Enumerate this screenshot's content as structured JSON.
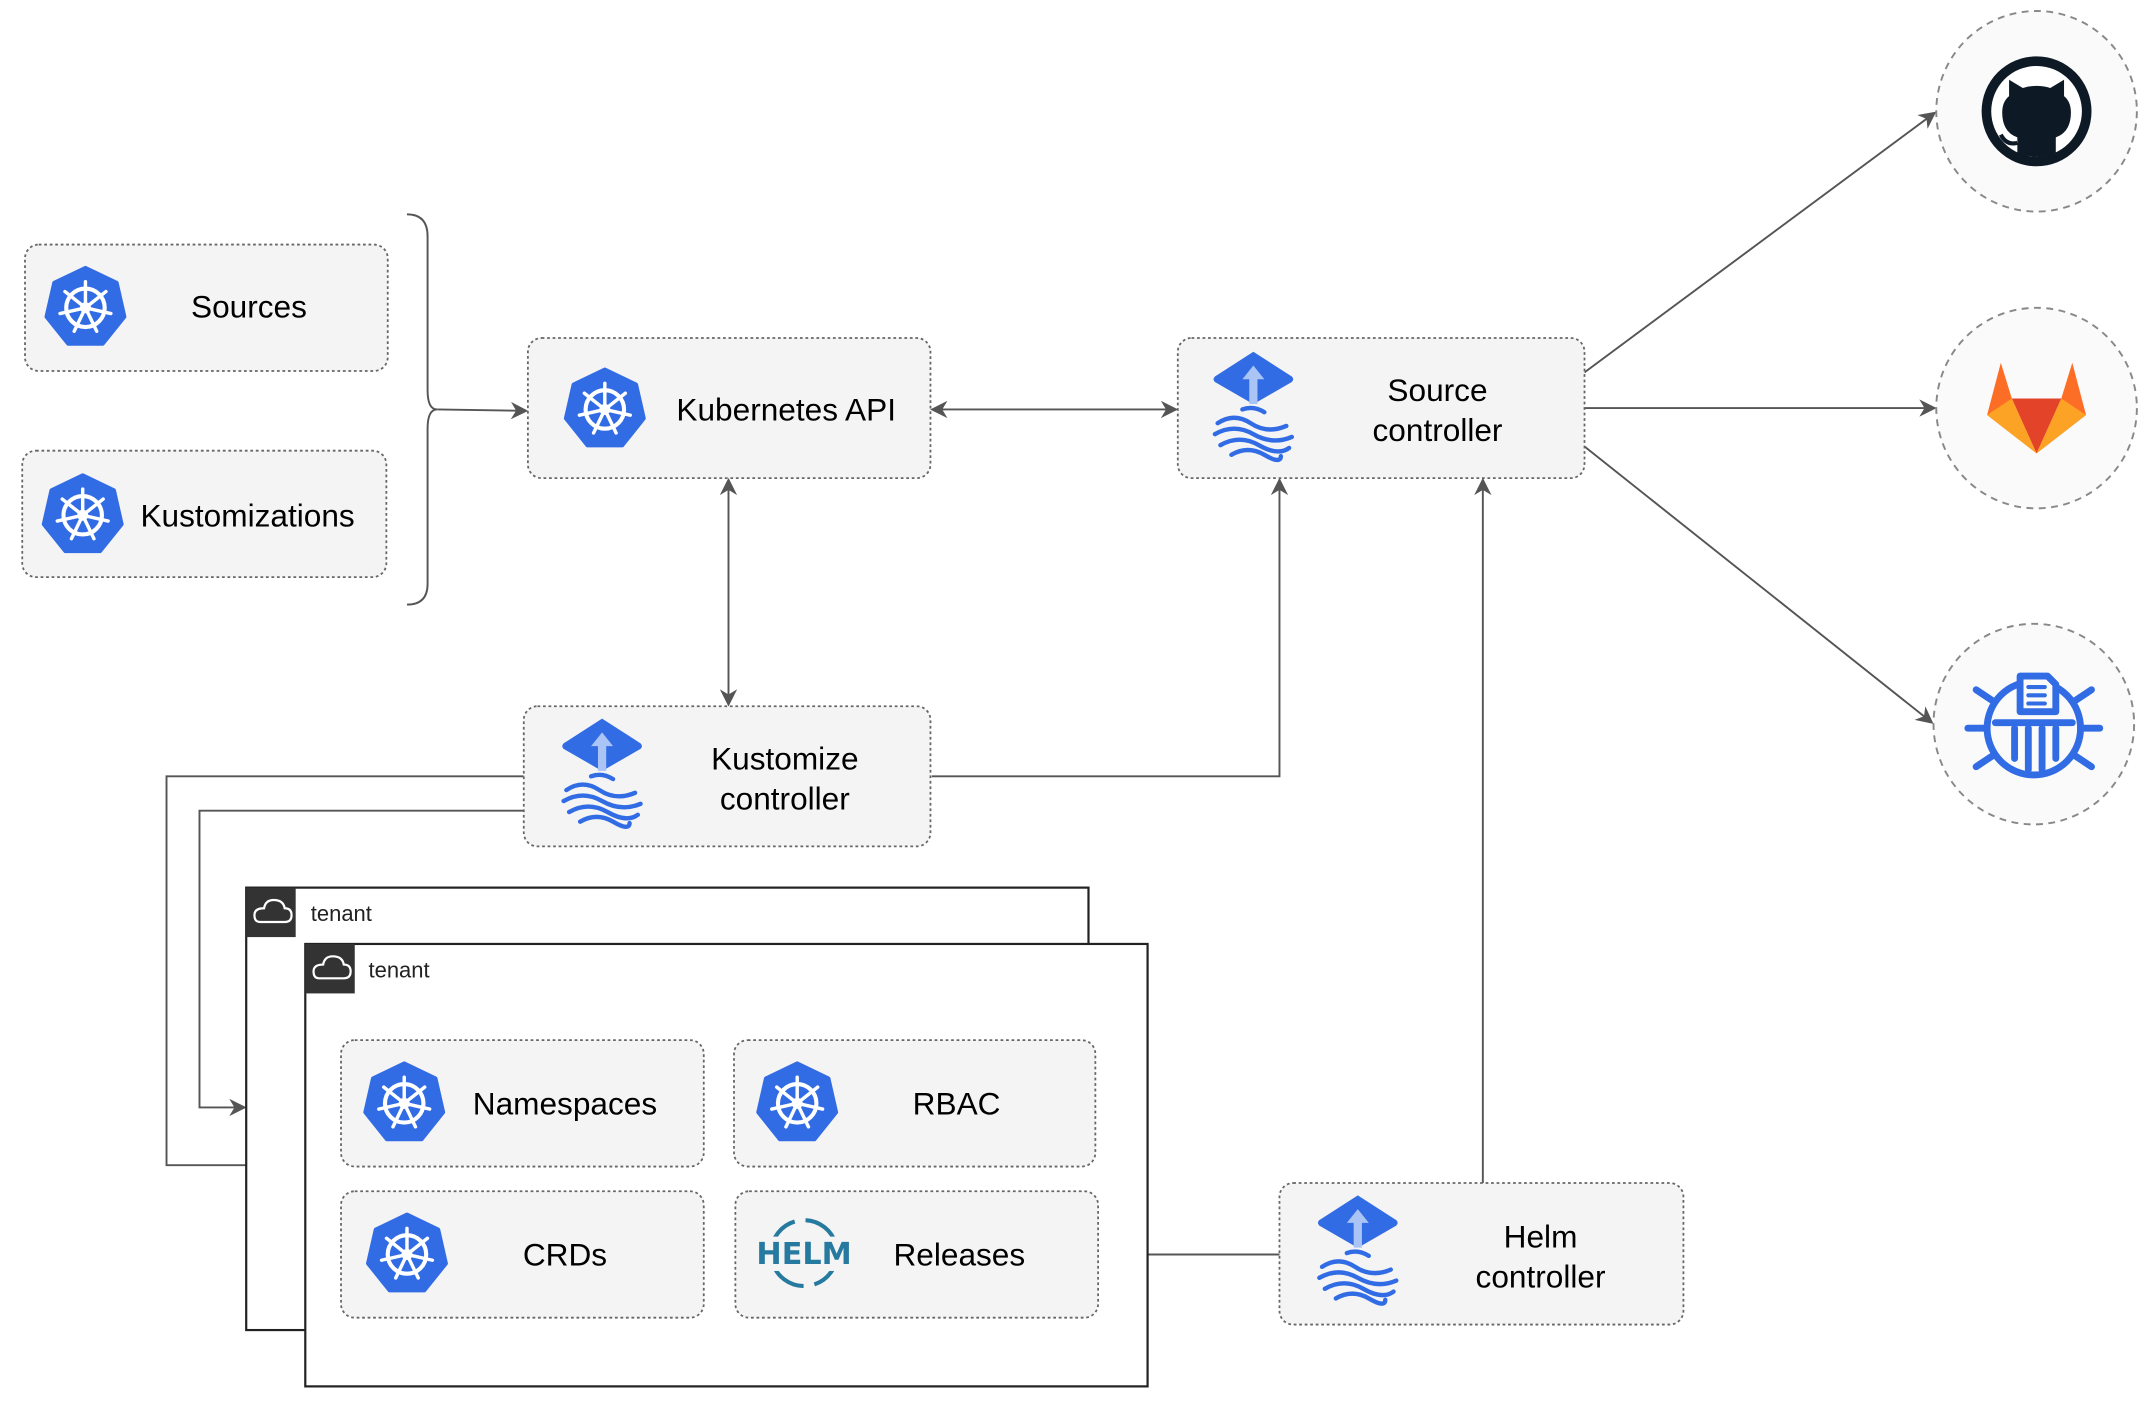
{
  "nodes": {
    "sources": "Sources",
    "kustomizations": "Kustomizations",
    "kubernetes_api": "Kubernetes API",
    "source_controller": [
      "Source",
      "controller"
    ],
    "kustomize_controller": [
      "Kustomize",
      "controller"
    ],
    "helm_controller": [
      "Helm",
      "controller"
    ],
    "namespaces": "Namespaces",
    "rbac": "RBAC",
    "crds": "CRDs",
    "releases": "Releases"
  },
  "tenants": [
    "tenant",
    "tenant"
  ],
  "helm_logo_text": "HELM",
  "external": [
    "github-icon",
    "gitlab-icon",
    "bucket-icon"
  ],
  "colors": {
    "k8s_blue": "#326ce5",
    "flux_light": "#a9c4f5",
    "helm": "#277a9f",
    "github": "#0d1a26",
    "gitlab_orange": "#e24329"
  }
}
